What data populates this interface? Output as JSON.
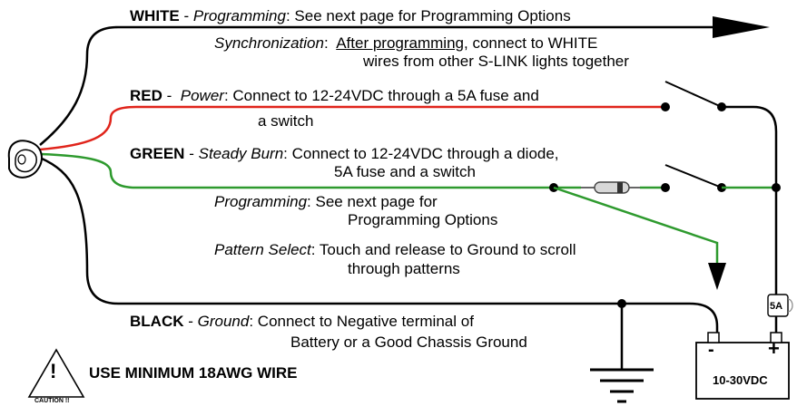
{
  "white": {
    "color_name": "WHITE",
    "sep": "-",
    "prog_mode": "Programming",
    "prog_text": ": See next page for Programming Options",
    "sync_mode": "Synchronization",
    "sync_colon": ":",
    "sync_underline": "After programming",
    "sync_text1": ", connect to WHITE",
    "sync_text2": "wires from other S-LINK lights together"
  },
  "red": {
    "color_name": "RED",
    "sep": "-",
    "mode": "Power",
    "text1": ": Connect to 12-24VDC through a 5A fuse and",
    "text2": "a switch"
  },
  "green": {
    "color_name": "GREEN",
    "sep": "-",
    "mode": "Steady Burn",
    "text1": ":  Connect to 12-24VDC through a diode,",
    "text2": "5A fuse and a switch",
    "prog_mode": "Programming",
    "prog_text1": ": See next page for",
    "prog_text2": "Programming Options",
    "pattern_mode": "Pattern Select",
    "pattern_text1": ": Touch and release to Ground to scroll",
    "pattern_text2": "through patterns"
  },
  "black": {
    "color_name": "BLACK",
    "sep": "-",
    "mode": "Ground",
    "text1": ": Connect to Negative terminal of",
    "text2": "Battery or a Good Chassis Ground"
  },
  "caution": {
    "warning": "USE MINIMUM 18AWG WIRE",
    "sign_label": "CAUTION !!",
    "sign_glyph": "!"
  },
  "battery": {
    "minus": "-",
    "plus": "+",
    "voltage": "10-30VDC"
  },
  "fuse": {
    "label": "5A"
  },
  "colors": {
    "white_wire": "#000000",
    "red_wire": "#e0241b",
    "green_wire": "#2e9a2e",
    "black_wire": "#000000"
  }
}
